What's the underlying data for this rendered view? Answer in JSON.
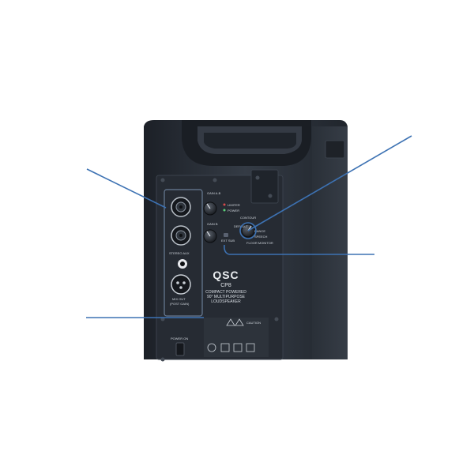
{
  "panel": {
    "brand": "QSC",
    "model": "CP8",
    "line1": "COMPACT POWERED",
    "line2": "90° MULTIPURPOSE",
    "line3": "LOUDSPEAKER",
    "gain_a": "GAIN A-B",
    "gain_b": "GAIN B",
    "limiter": "LIMITER",
    "power_led": "POWER",
    "contour": "CONTOUR",
    "contour_opts": [
      "DEFAULT",
      "DANCE",
      "SPEECH",
      "FLOOR MONITOR"
    ],
    "ext_sub": "EXT SUB",
    "stereo_aux": "STEREO AUX",
    "mix_out": "MIX OUT",
    "mix_out_sub": "(POST GAIN)",
    "power_on": "POWER ON",
    "caution": "CAUTION"
  },
  "colors": {
    "callout": "#3d72b3",
    "cabinet": "#2b313a",
    "panel": "#262b33"
  }
}
